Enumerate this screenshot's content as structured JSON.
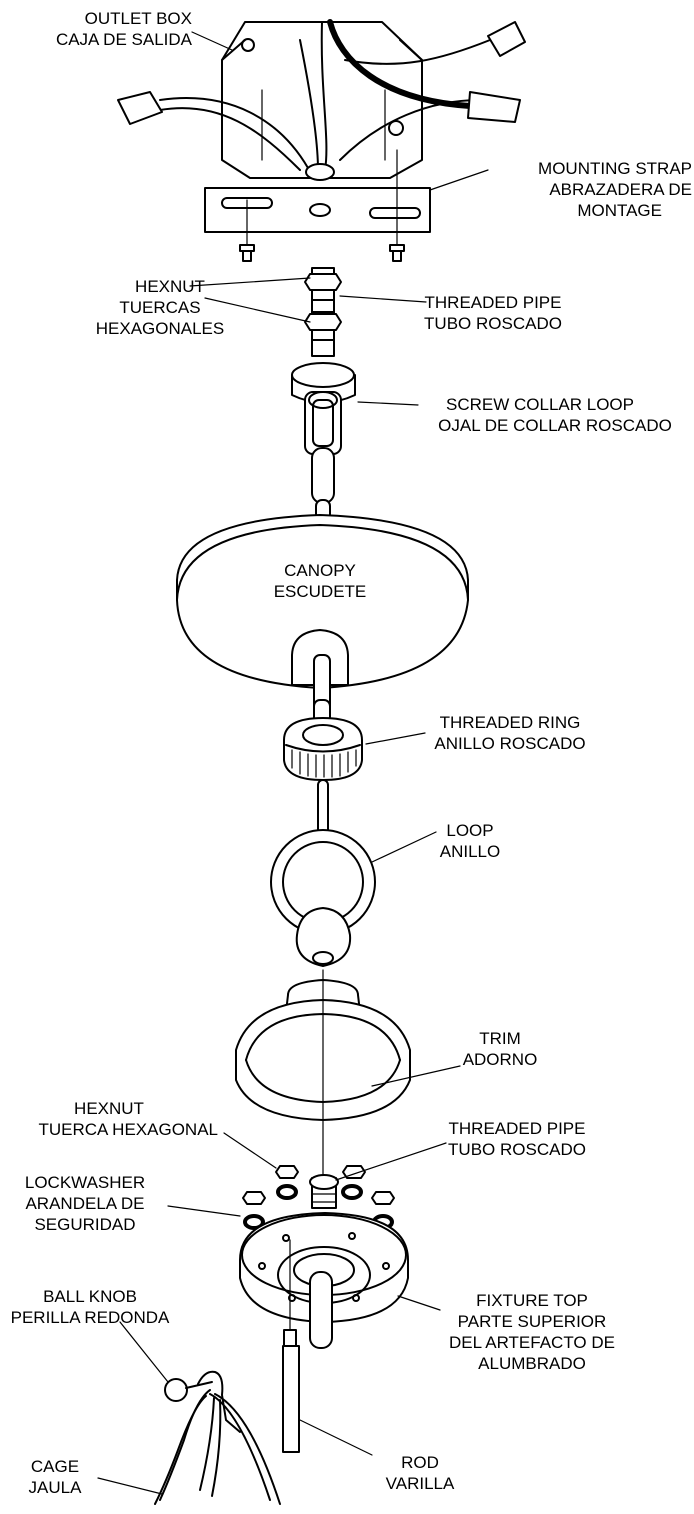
{
  "labels": {
    "outlet_box": {
      "en": "OUTLET BOX",
      "es": "CAJA DE SALIDA"
    },
    "mounting_strap": {
      "en": "MOUNTING STRAP",
      "es1": "ABRAZADERA DE",
      "es2": "MONTAGE"
    },
    "hexnut_top": {
      "en": "HEXNUT",
      "es1": "TUERCAS",
      "es2": "HEXAGONALES"
    },
    "threaded_pipe_top": {
      "en": "THREADED PIPE",
      "es": "TUBO ROSCADO"
    },
    "screw_collar_loop": {
      "en": "SCREW COLLAR LOOP",
      "es": "OJAL DE COLLAR ROSCADO"
    },
    "canopy": {
      "en": "CANOPY",
      "es": "ESCUDETE"
    },
    "threaded_ring": {
      "en": "THREADED RING",
      "es": "ANILLO ROSCADO"
    },
    "loop": {
      "en": "LOOP",
      "es": "ANILLO"
    },
    "trim": {
      "en": "TRIM",
      "es": "ADORNO"
    },
    "hexnut_bottom": {
      "en": "HEXNUT",
      "es": "TUERCA HEXAGONAL"
    },
    "threaded_pipe_bottom": {
      "en": "THREADED PIPE",
      "es": "TUBO ROSCADO"
    },
    "lockwasher": {
      "en": "LOCKWASHER",
      "es1": "ARANDELA DE",
      "es2": "SEGURIDAD"
    },
    "fixture_top": {
      "en": "FIXTURE TOP",
      "es1": "PARTE SUPERIOR",
      "es2": "DEL ARTEFACTO DE",
      "es3": "ALUMBRADO"
    },
    "ball_knob": {
      "en": "BALL KNOB",
      "es": "PERILLA REDONDA"
    },
    "rod": {
      "en": "ROD",
      "es": "VARILLA"
    },
    "cage": {
      "en": "CAGE",
      "es": "JAULA"
    }
  }
}
